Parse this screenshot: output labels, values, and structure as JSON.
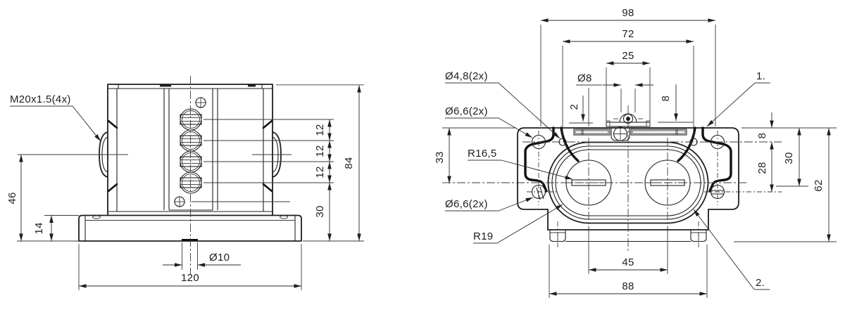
{
  "front_view": {
    "thread_label": "M20x1.5(4x)",
    "dims": {
      "left_height": "46",
      "base_height": "14",
      "pitch_1": "12",
      "pitch_2": "12",
      "pitch_3": "12",
      "bottom_offset": "30",
      "total_height": "84",
      "hole_dia": "Ø10",
      "total_width": "120"
    }
  },
  "top_view": {
    "dims": {
      "width_98": "98",
      "width_72": "72",
      "width_25": "25",
      "dome_dia": "Ø8",
      "offset_2": "2",
      "offset_8_top": "8",
      "left_33": "33",
      "right_8": "8",
      "right_28": "28",
      "right_30": "30",
      "right_62": "62",
      "bottom_45": "45",
      "bottom_88": "88"
    },
    "labels": {
      "hole_48": "Ø4,8(2x)",
      "hole_66_top": "Ø6,6(2x)",
      "radius_165": "R16,5",
      "hole_66_bottom": "Ø6,6(2x)",
      "radius_19": "R19",
      "callout_1": "1.",
      "callout_2": "2."
    }
  },
  "colors": {
    "ink": "#1e1e1e",
    "paper": "#ffffff"
  }
}
